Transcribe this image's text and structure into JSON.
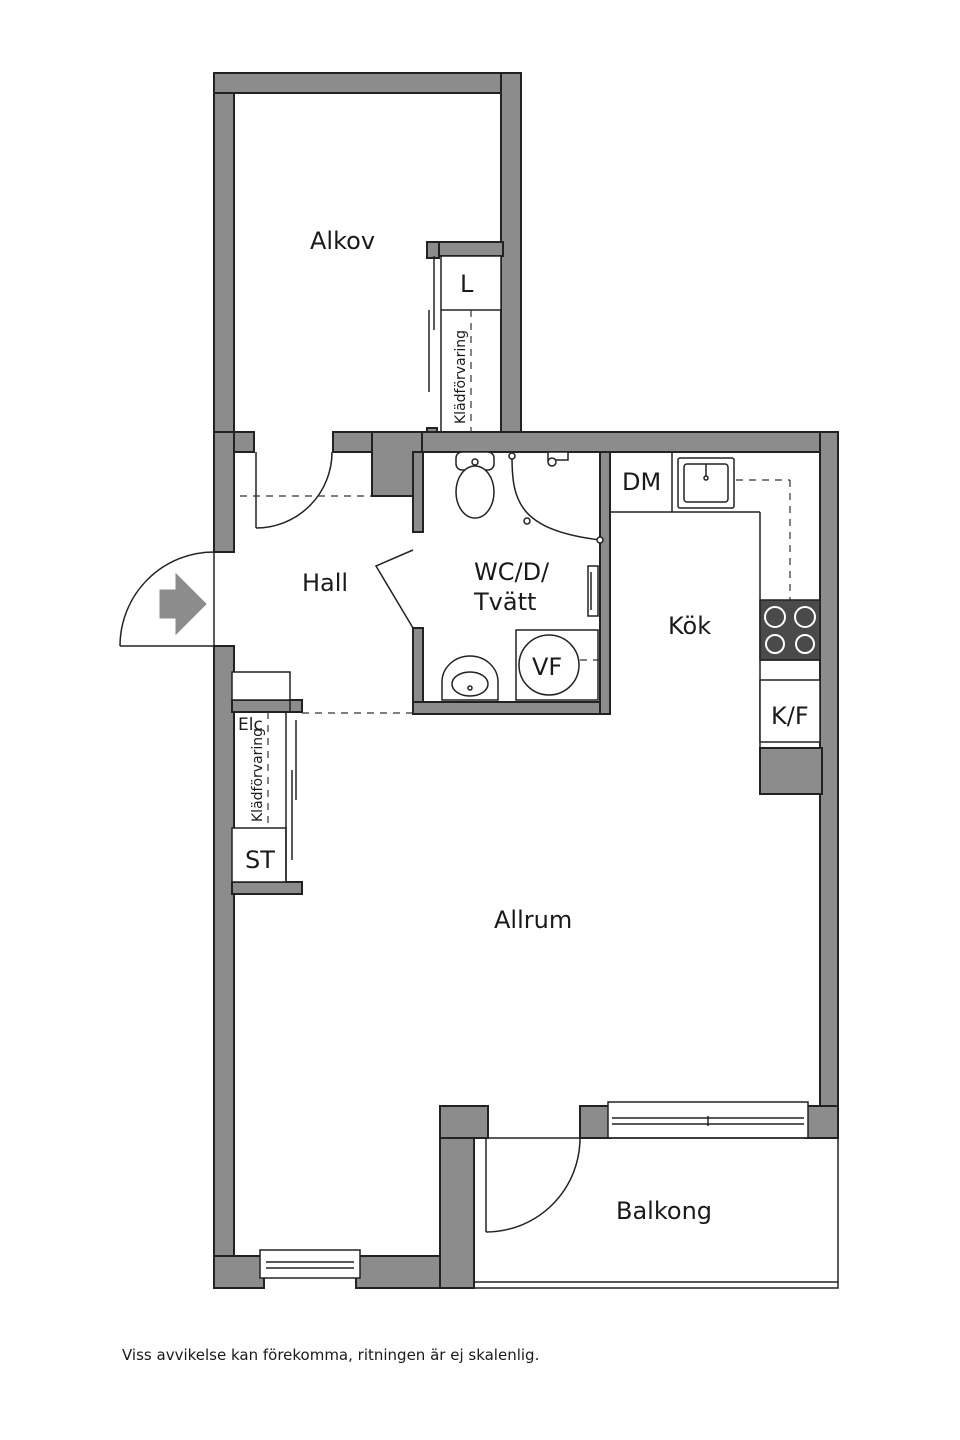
{
  "colors": {
    "wall": "#8c8c8c",
    "line": "#222222",
    "background": "#ffffff",
    "stove": "#4a4a4a"
  },
  "rooms": {
    "alkov": "Alkov",
    "hall": "Hall",
    "wc": "WC/D/",
    "tvatt": "Tvätt",
    "kok": "Kök",
    "allrum": "Allrum",
    "balkong": "Balkong"
  },
  "fixtures": {
    "linen": "L",
    "wardrobe_top": "Klädförvaring",
    "wardrobe_hall": "Klädförvaring",
    "electrical": "Elc",
    "storage": "ST",
    "washer": "VF",
    "dishwasher": "DM",
    "fridge": "K/F"
  },
  "icons": {
    "entrance": "entrance-arrow-icon"
  },
  "disclaimer": "Viss avvikelse kan förekomma, ritningen är ej skalenlig."
}
